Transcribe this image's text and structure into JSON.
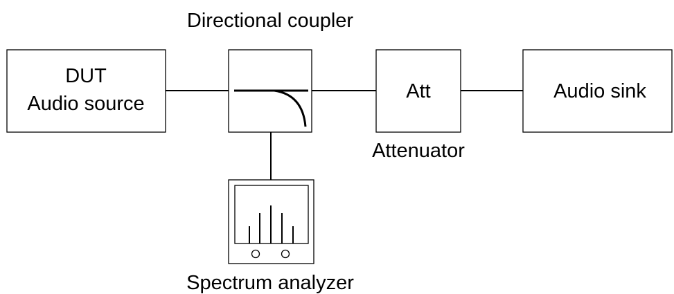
{
  "blocks": {
    "dut": {
      "line1": "DUT",
      "line2": "Audio source"
    },
    "coupler": {
      "caption": "Directional coupler"
    },
    "attenuator": {
      "box_label": "Att",
      "caption": "Attenuator"
    },
    "sink": {
      "label": "Audio sink"
    },
    "analyzer": {
      "caption": "Spectrum analyzer"
    }
  }
}
